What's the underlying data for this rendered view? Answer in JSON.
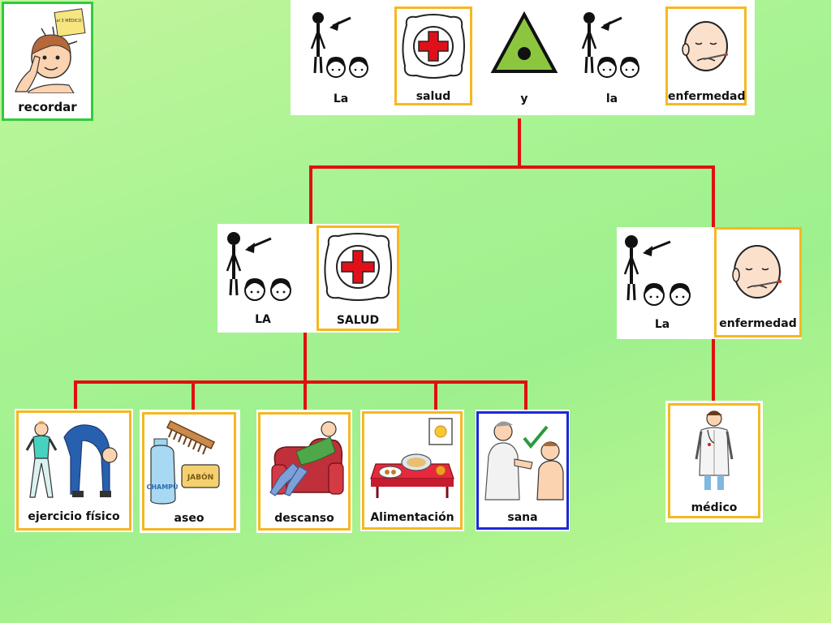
{
  "recordar": {
    "label": "recordar",
    "note_text": "el 3 MÉDICO"
  },
  "title": {
    "words": [
      "La",
      "salud",
      "y",
      "la",
      "enfermedad"
    ]
  },
  "branch_salud": {
    "words": [
      "LA",
      "SALUD"
    ]
  },
  "branch_enfermedad": {
    "words": [
      "La",
      "enfermedad"
    ]
  },
  "salud_items": [
    "ejercicio  físico",
    "aseo",
    "descanso",
    "Alimentación",
    "sana"
  ],
  "enfermedad_items": [
    "médico"
  ],
  "product_labels": {
    "shampoo": "CHAMPÚ",
    "soap": "JABÓN"
  },
  "colors": {
    "connector": "#e01010",
    "frame_orange": "#f5b820",
    "frame_green": "#2fcc3a",
    "frame_blue": "#1b2ad6"
  }
}
